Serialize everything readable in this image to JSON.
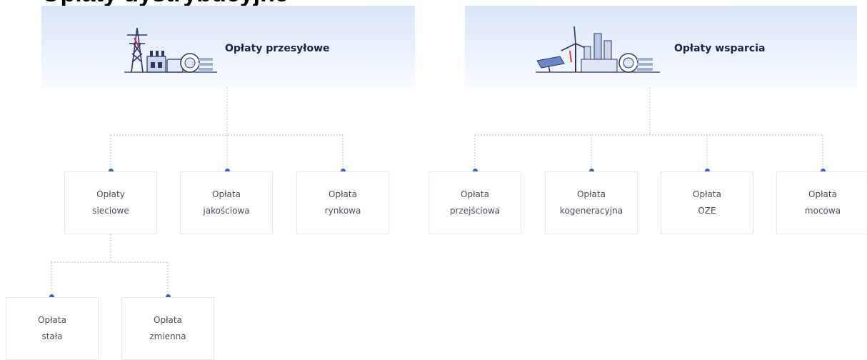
{
  "heading": "Opłaty dystrybucyjne",
  "categories": [
    {
      "title": "Opłaty przesyłowe",
      "icon": "power-grid-icon",
      "nodes": [
        {
          "label": "Opłaty\nsieciowe"
        },
        {
          "label": "Opłata\njakościowa"
        },
        {
          "label": "Opłata\nrynkowa"
        }
      ],
      "subnodes": [
        {
          "label": "Opłata\nstała"
        },
        {
          "label": "Opłata\nzmienna"
        }
      ]
    },
    {
      "title": "Opłaty wsparcia",
      "icon": "renewable-energy-icon",
      "nodes": [
        {
          "label": "Opłata\nprzejściowa"
        },
        {
          "label": "Opłata\nkogeneracyjna"
        },
        {
          "label": "Opłata\nOZE"
        },
        {
          "label": "Opłata\nmocowa"
        }
      ]
    }
  ],
  "colors": {
    "header_gradient_top": "#d9e6f8",
    "connector": "#b8bcc6",
    "dot": "#3f5fbf",
    "box_border": "#e6e8ee"
  }
}
